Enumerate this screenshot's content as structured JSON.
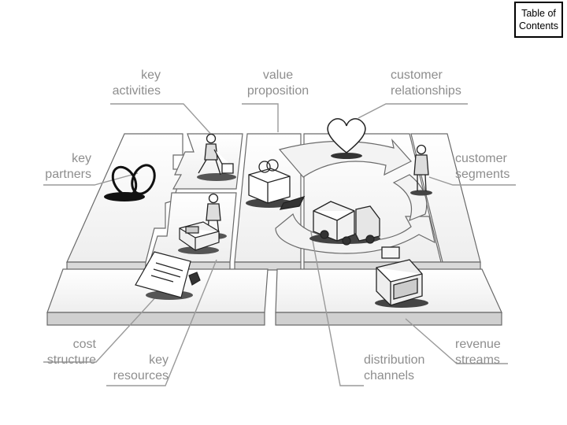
{
  "toc_button": {
    "line1": "Table of",
    "line2": "Contents"
  },
  "labels": {
    "key_activities": [
      "key",
      "activities"
    ],
    "value_proposition": [
      "value",
      "proposition"
    ],
    "customer_relationships": [
      "customer",
      "relationships"
    ],
    "key_partners": [
      "key",
      "partners"
    ],
    "customer_segments": [
      "customer",
      "segments"
    ],
    "cost_structure": [
      "cost",
      "structure"
    ],
    "key_resources": [
      "key",
      "resources"
    ],
    "distribution_channels": [
      "distribution",
      "channels"
    ],
    "revenue_streams": [
      "revenue",
      "streams"
    ]
  },
  "colors": {
    "label": "#8e8e8e",
    "line": "#9a9a9a",
    "board_top": "#f7f7f7",
    "board_side": "#dcdcdc",
    "ink": "#222222"
  },
  "icons": [
    "rings-icon",
    "worker-icon",
    "person-icon",
    "gift-icon",
    "heart-icon",
    "truck-icon",
    "customer-person-icon",
    "document-icon",
    "cash-register-icon"
  ]
}
